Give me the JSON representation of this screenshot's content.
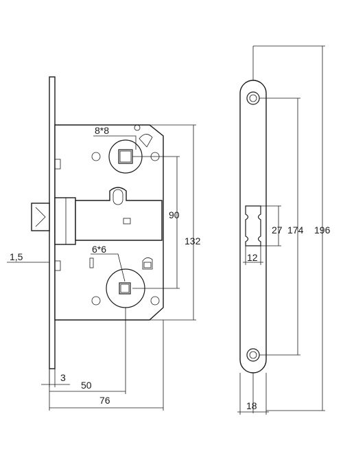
{
  "drawing": {
    "front_view": {
      "label_hole_top": "8*8",
      "label_hole_bottom": "6*6",
      "dim_backset_spacing": "90",
      "dim_body_height": "132",
      "dim_faceplate_offset": "1,5",
      "dim_faceplate_thickness": "3",
      "dim_backset": "50",
      "dim_body_depth": "76"
    },
    "strike_plate_view": {
      "dim_opening_height": "27",
      "dim_hole_spacing": "174",
      "dim_total_height": "196",
      "dim_opening_width": "12",
      "dim_plate_width": "18"
    }
  }
}
